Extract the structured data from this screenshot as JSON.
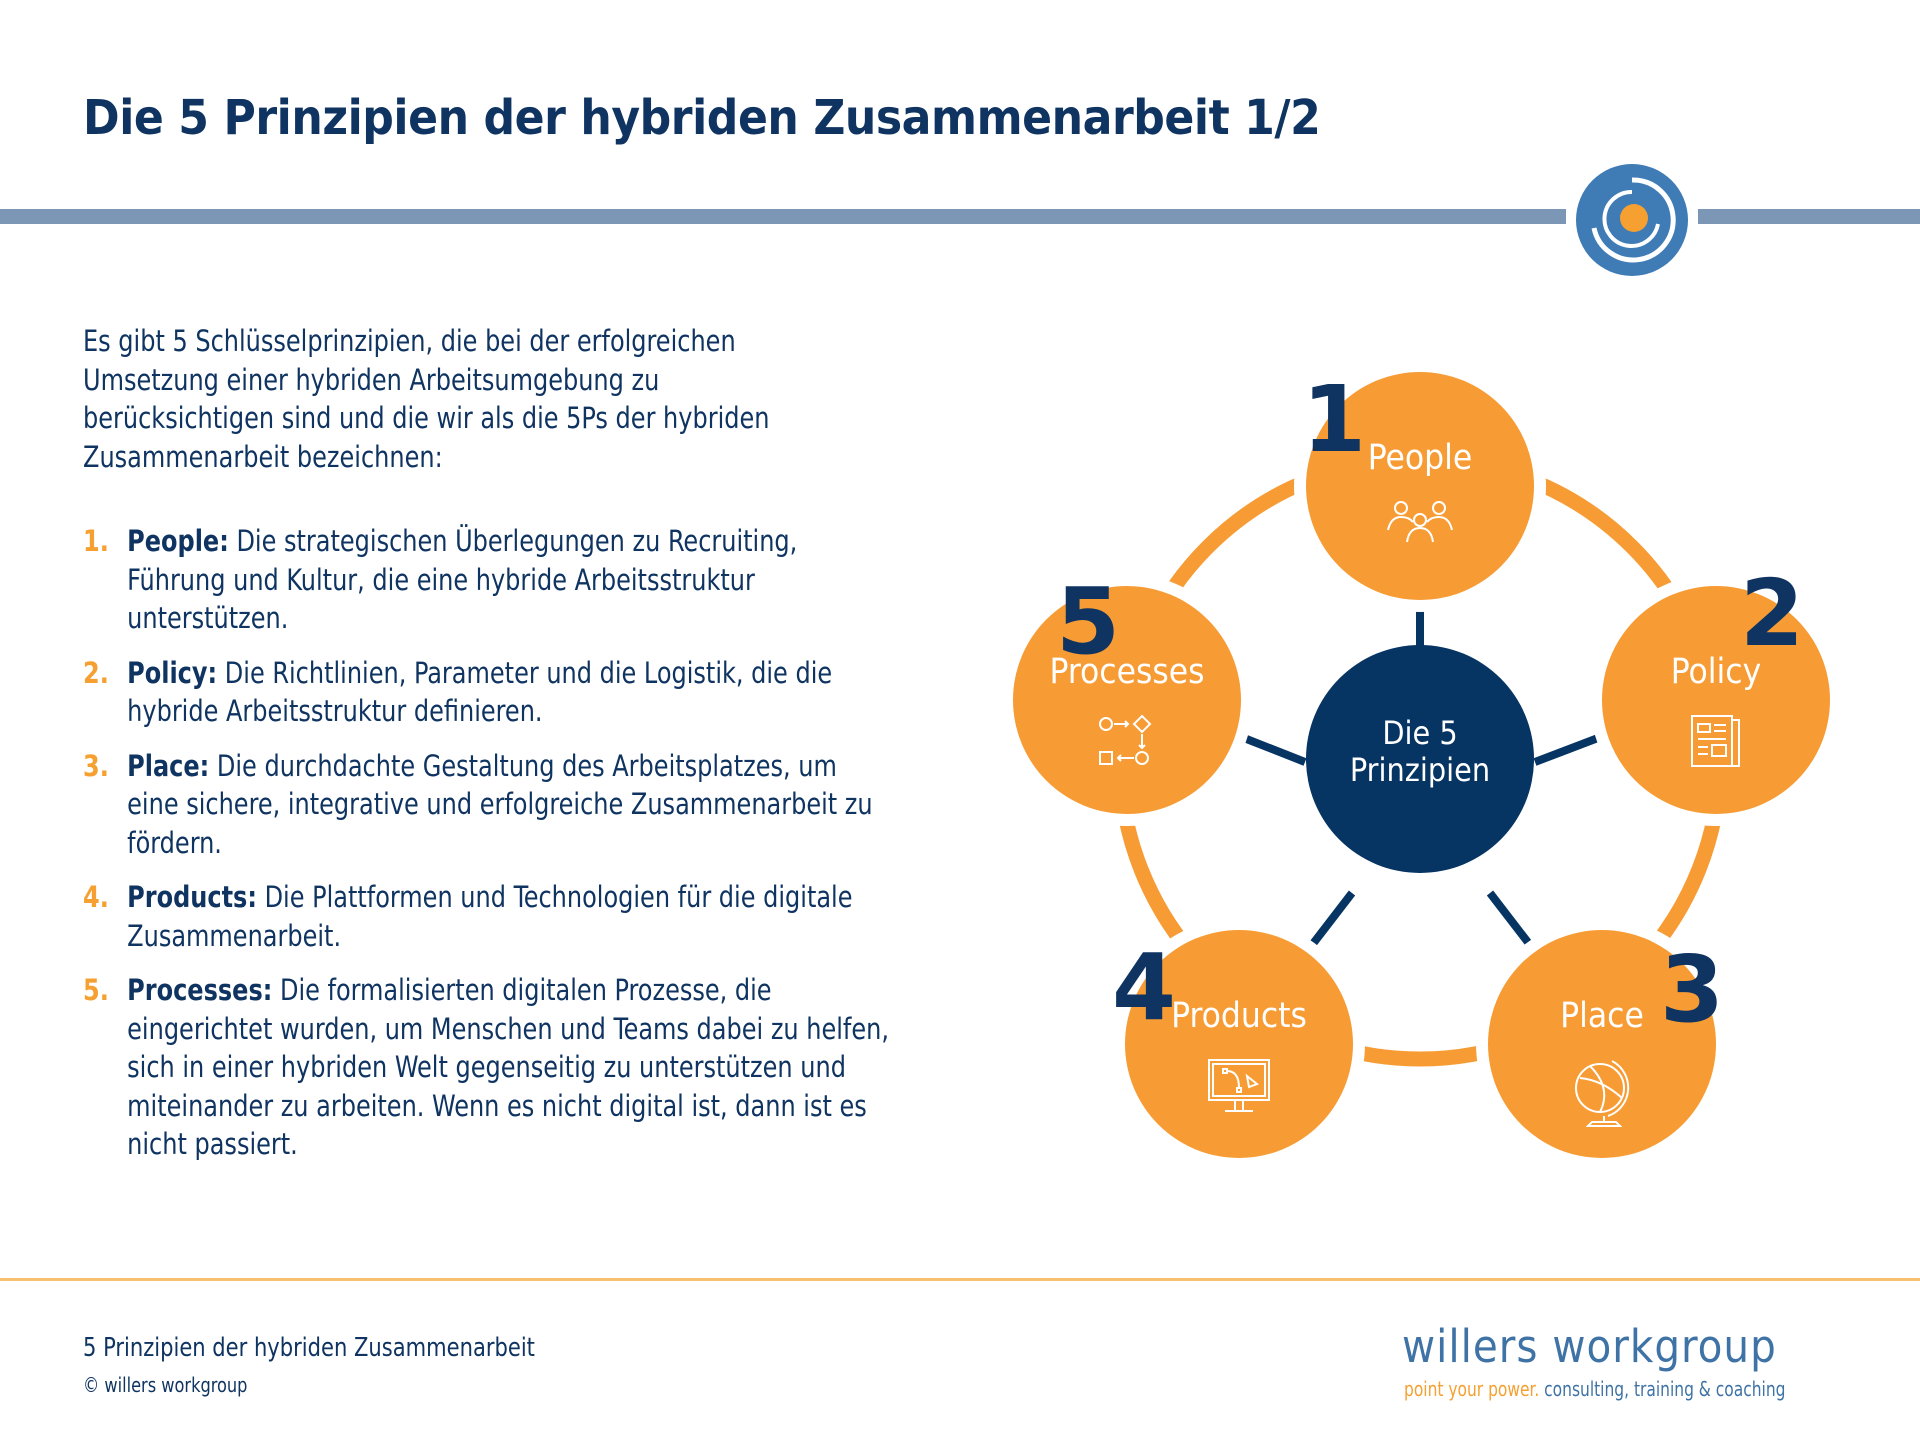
{
  "header": {
    "title": "Die 5 Prinzipien der hybriden Zusammenarbeit 1/2",
    "logo": "willers-workgroup-spiral-logo"
  },
  "intro": "Es gibt 5 Schlüsselprinzipien, die bei der erfolgreichen Umsetzung einer hybriden Arbeitsumgebung zu berücksichtigen sind und die wir als die 5Ps der hybriden Zusammenarbeit bezeichnen:",
  "principles": [
    {
      "num": "1.",
      "head": "People:",
      "text": " Die strategischen Überlegungen zu Recruiting, Führung und Kultur, die eine hybride Arbeitsstruktur unterstützen."
    },
    {
      "num": "2.",
      "head": "Policy:",
      "text": " Die Richtlinien, Parameter und die Logistik, die die hybride Arbeitsstruktur definieren."
    },
    {
      "num": "3.",
      "head": "Place:",
      "text": " Die durchdachte Gestaltung des Arbeitsplatzes, um eine sichere, integrative und erfolgreiche Zusammenarbeit zu fördern."
    },
    {
      "num": "4.",
      "head": "Products:",
      "text": " Die Plattformen und Technologien für die digitale Zusammenarbeit."
    },
    {
      "num": "5.",
      "head": "Processes:",
      "text": " Die formalisierten digitalen Prozesse, die eingerichtet wurden, um Menschen und Teams dabei zu helfen, sich in einer hybriden Welt gegenseitig zu unterstützen und miteinander zu arbeiten. Wenn es nicht digital ist, dann ist es nicht passiert."
    }
  ],
  "diagram": {
    "center": {
      "line1": "Die 5",
      "line2": "Prinzipien"
    },
    "nodes": [
      {
        "number": "1",
        "label": "People",
        "icon": "people-group-icon"
      },
      {
        "number": "2",
        "label": "Policy",
        "icon": "document-icon"
      },
      {
        "number": "3",
        "label": "Place",
        "icon": "globe-icon"
      },
      {
        "number": "4",
        "label": "Products",
        "icon": "monitor-design-icon"
      },
      {
        "number": "5",
        "label": "Processes",
        "icon": "process-flow-icon"
      }
    ],
    "colors": {
      "node": "#f79c34",
      "center": "#063463",
      "number": "#0f3461",
      "ring": "#f79c34",
      "spoke": "#063463"
    }
  },
  "footer": {
    "title": "5 Prinzipien der hybriden Zusammenarbeit",
    "copyright": "© willers workgroup",
    "brand": "willers workgroup",
    "tagline_a": "point your power.",
    "tagline_b": " consulting, training & coaching"
  },
  "colors": {
    "primary": "#0f3461",
    "accent": "#f5a030",
    "header_bar": "#7b97b5",
    "footer_line": "#f6c06f",
    "brand_blue": "#3f73a5"
  }
}
